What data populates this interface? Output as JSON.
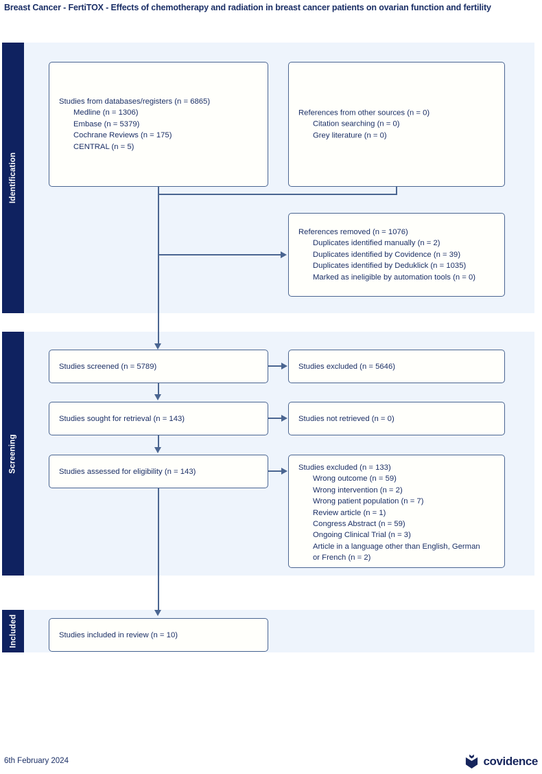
{
  "title": "Breast Cancer - FertiTOX - Effects of chemotherapy and radiation in breast cancer patients on ovarian function and fertility",
  "stages": [
    {
      "key": "identification",
      "label": "Identification"
    },
    {
      "key": "screening",
      "label": "Screening"
    },
    {
      "key": "included",
      "label": "Included"
    }
  ],
  "boxes": {
    "databases": {
      "main": "Studies from databases/registers (n = 6865)",
      "subs": [
        "Medline (n = 1306)",
        "Embase (n = 5379)",
        "Cochrane Reviews (n = 175)",
        "CENTRAL (n = 5)"
      ]
    },
    "other_sources": {
      "main": "References from other sources (n = 0)",
      "subs": [
        "Citation searching (n = 0)",
        "Grey literature (n = 0)"
      ]
    },
    "removed": {
      "main": "References removed (n = 1076)",
      "subs": [
        "Duplicates identified manually (n = 2)",
        "Duplicates identified by Covidence (n = 39)",
        "Duplicates identified by Deduklick (n = 1035)",
        "Marked as ineligible by automation tools (n = 0)"
      ]
    },
    "screened": {
      "main": "Studies screened (n = 5789)",
      "subs": []
    },
    "excluded_screening": {
      "main": "Studies excluded (n = 5646)",
      "subs": []
    },
    "sought": {
      "main": "Studies sought for retrieval (n = 143)",
      "subs": []
    },
    "not_retrieved": {
      "main": "Studies not retrieved (n = 0)",
      "subs": []
    },
    "eligibility": {
      "main": "Studies assessed for eligibility (n = 143)",
      "subs": []
    },
    "excluded_eligibility": {
      "main": "Studies excluded (n = 133)",
      "subs": [
        "Wrong outcome (n = 59)",
        "Wrong intervention (n = 2)",
        "Wrong patient population (n = 7)",
        "Review article (n = 1)",
        "Congress Abstract (n = 59)",
        "Ongoing Clinical Trial (n = 3)",
        "Article in a language other than English, German",
        "or French (n = 2)"
      ]
    },
    "included": {
      "main": "Studies included in review (n = 10)",
      "subs": []
    }
  },
  "footer": {
    "date": "6th February 2024",
    "logo_text": "covidence",
    "logo_icon": "covidence-shield-icon"
  },
  "colors": {
    "stage_bar": "#0f2260",
    "panel_bg": "#eef4fc",
    "box_border": "#4a6591",
    "text": "#1b2f66"
  }
}
